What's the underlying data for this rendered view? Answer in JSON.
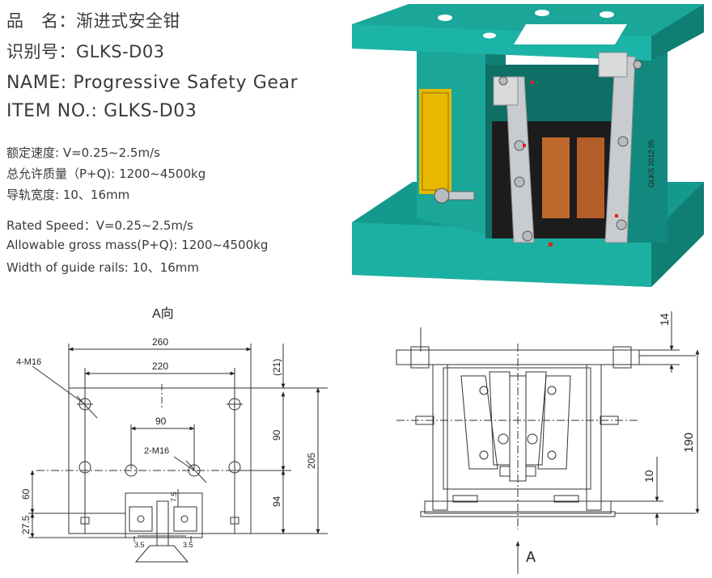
{
  "specs": {
    "cn_name": "品　名：渐进式安全钳",
    "cn_id": "识别号：GLKS-D03",
    "en_name": "NAME: Progressive Safety Gear",
    "en_item": "ITEM NO.: GLKS-D03",
    "cn_speed": "额定速度: V=0.25~2.5m/s",
    "cn_mass": "总允许质量（P+Q): 1200~4500kg",
    "cn_rail": "导轨宽度: 10、16mm",
    "en_speed": "Rated Speed：V=0.25~2.5m/s",
    "en_mass": "Allowable gross mass(P+Q): 1200~4500kg",
    "en_rail": "Width of guide rails: 10、16mm"
  },
  "colors": {
    "body_teal": "#1aa79a",
    "body_dark": "#0f7f74",
    "brake_copper": "#c0692e",
    "label_yellow": "#e8b800",
    "plate_silver": "#c9ccce",
    "line": "#333333"
  },
  "photo": {
    "plate_text": "GLKS 2012 05"
  },
  "drawing_left": {
    "view_label": "A向",
    "dim_260": "260",
    "dim_220": "220",
    "dim_90_top": "90",
    "dim_21": "(21)",
    "dim_90_side": "90",
    "dim_205": "205",
    "dim_94": "94",
    "dim_60": "60",
    "dim_27_5": "27.5",
    "dim_7_5": "7.5",
    "dim_3_5_left": "3.5",
    "dim_3_5_right": "3.5",
    "hole_4m16": "4-M16",
    "hole_2m16": "2-M16"
  },
  "drawing_right": {
    "dim_14": "14",
    "dim_190": "190",
    "dim_10": "10",
    "arrow_label": "A"
  }
}
